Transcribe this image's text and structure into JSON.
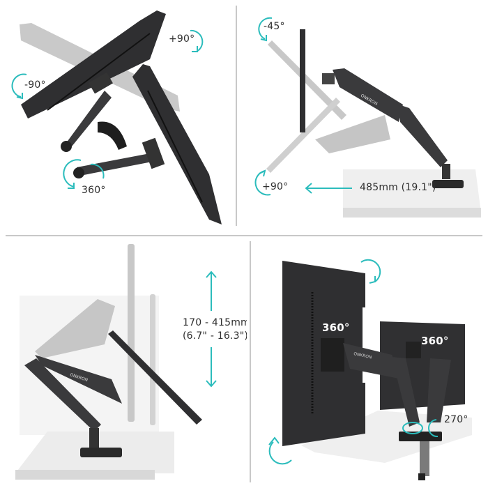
{
  "brand": {
    "logo_text": "ONKRON",
    "accent_color": "#2bbcbc",
    "monitor_color": "#2f2f31",
    "ghost_color": "#bdbdbd",
    "desk_color": "#ececec"
  },
  "panels": [
    {
      "id": "tilt-swivel",
      "labels": {
        "tilt_up": "+90°",
        "tilt_down": "-90°",
        "swivel": "360°"
      },
      "icons": [
        "rotate-clockwise-icon",
        "rotate-counterclockwise-icon",
        "rotate-360-icon"
      ]
    },
    {
      "id": "extension-tilt",
      "labels": {
        "tilt_back": "-45°",
        "tilt_forward": "+90°",
        "extension": "485mm (19.1\")"
      },
      "icons": [
        "rotate-counterclockwise-icon",
        "rotate-clockwise-icon",
        "arrow-left-icon"
      ]
    },
    {
      "id": "height-adjust",
      "labels": {
        "height_line1": "170 - 415mm",
        "height_line2": "(6.7\" - 16.3\")"
      },
      "icons": [
        "arrow-up-icon",
        "arrow-down-icon"
      ]
    },
    {
      "id": "rotation",
      "labels": {
        "rotate_left_monitor": "360°",
        "rotate_right_monitor": "360°",
        "base_swivel": "270°"
      },
      "icons": [
        "rotate-clockwise-icon",
        "rotate-counterclockwise-icon",
        "swivel-icon"
      ]
    }
  ]
}
